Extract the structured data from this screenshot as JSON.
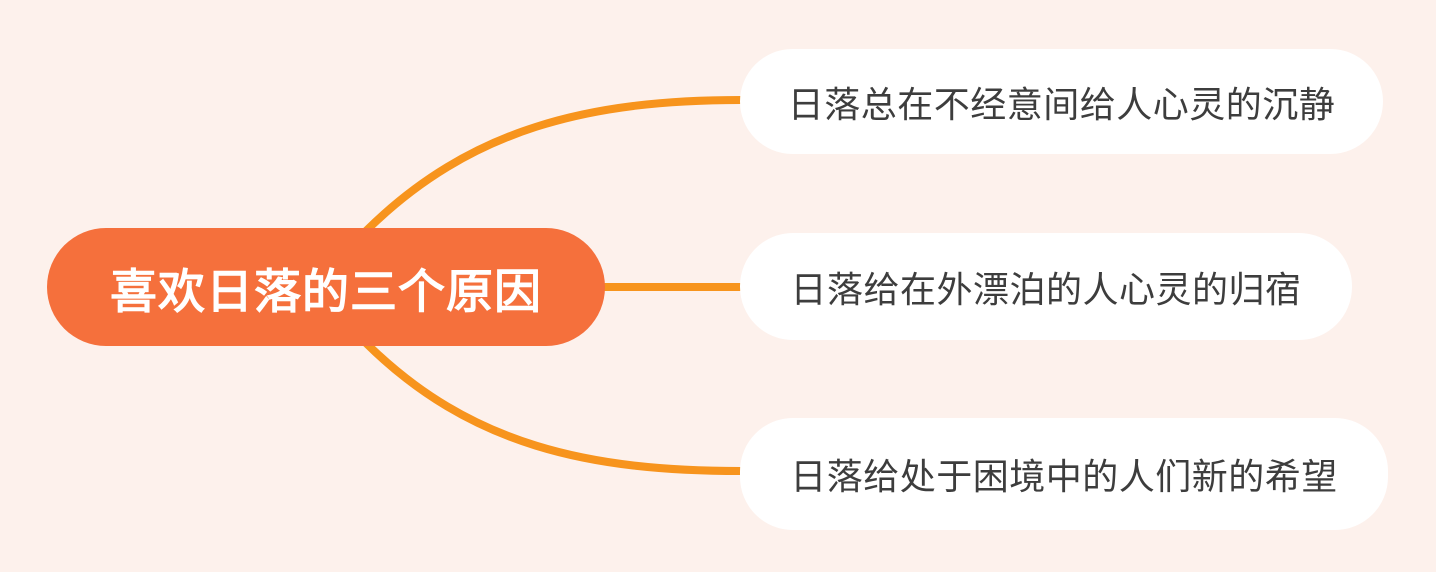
{
  "diagram": {
    "type": "mindmap",
    "root": {
      "label": "喜欢日落的三个原因"
    },
    "branches": [
      {
        "label": "日落总在不经意间给人心灵的沉静"
      },
      {
        "label": "日落给在外漂泊的人心灵的归宿"
      },
      {
        "label": "日落给处于困境中的人们新的希望"
      }
    ]
  },
  "colors": {
    "background": "#FDF1EC",
    "root_fill": "#F5703C",
    "root_text": "#FFFFFF",
    "connector": "#F7941D",
    "branch_fill": "#FFFFFF",
    "branch_text": "#3D3D3D"
  }
}
